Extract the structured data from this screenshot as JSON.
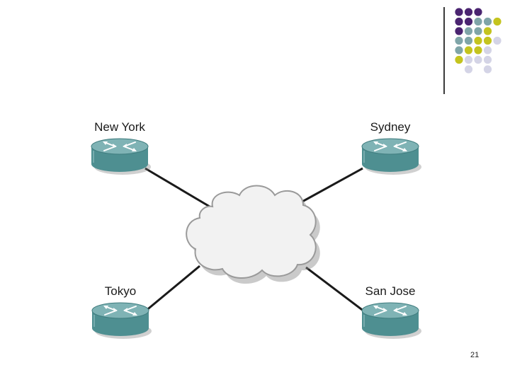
{
  "colors": {
    "purple": "#4a2470",
    "teal": "#7fa5a8",
    "olive": "#c4c41e",
    "lavender": "#d4d4e6",
    "router_body": "#4e8f91",
    "router_top": "#7fb3b5",
    "cloud_fill": "#f2f2f2",
    "cloud_stroke": "#9a9a9a",
    "link": "#1a1a1a"
  },
  "decoration": {
    "dot_grid": [
      [
        "purple",
        "purple",
        "purple",
        "",
        ""
      ],
      [
        "purple",
        "purple",
        "teal",
        "teal",
        "olive"
      ],
      [
        "purple",
        "teal",
        "teal",
        "olive",
        ""
      ],
      [
        "teal",
        "teal",
        "olive",
        "olive",
        "lavender"
      ],
      [
        "teal",
        "olive",
        "olive",
        "lavender",
        ""
      ],
      [
        "olive",
        "lavender",
        "lavender",
        "lavender",
        ""
      ],
      [
        "",
        "lavender",
        "",
        "lavender",
        ""
      ]
    ]
  },
  "diagram": {
    "nodes": [
      {
        "id": "new-york",
        "label": "New York",
        "icon": "router-icon"
      },
      {
        "id": "sydney",
        "label": "Sydney",
        "icon": "router-icon"
      },
      {
        "id": "tokyo",
        "label": "Tokyo",
        "icon": "router-icon"
      },
      {
        "id": "san-jose",
        "label": "San Jose",
        "icon": "router-icon"
      }
    ],
    "hub": {
      "id": "wan-cloud",
      "icon": "cloud-icon"
    },
    "links": [
      {
        "from": "new-york",
        "to": "wan-cloud"
      },
      {
        "from": "sydney",
        "to": "wan-cloud"
      },
      {
        "from": "tokyo",
        "to": "wan-cloud"
      },
      {
        "from": "san-jose",
        "to": "wan-cloud"
      }
    ]
  },
  "footer": {
    "page_number": "21"
  }
}
